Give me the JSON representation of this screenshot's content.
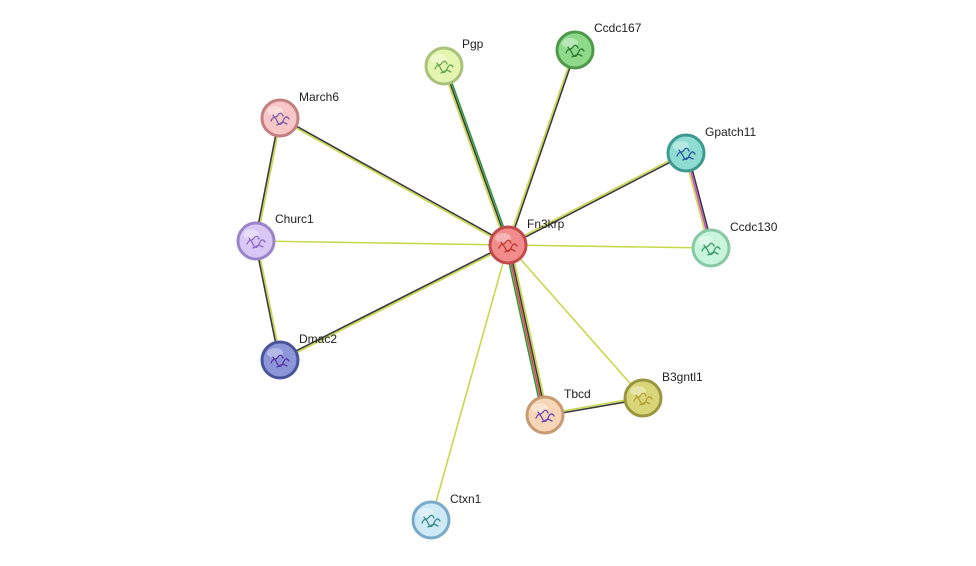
{
  "network": {
    "nodes": [
      {
        "id": "Fn3krp",
        "label": "Fn3krp",
        "fill": "#f28c8c",
        "stroke": "#c24a4a",
        "glyph": "#c0392b"
      },
      {
        "id": "Pgp",
        "label": "Pgp",
        "fill": "#e4f5b0",
        "stroke": "#a9c27a",
        "glyph": "#6aa84f"
      },
      {
        "id": "Ccdc167",
        "label": "Ccdc167",
        "fill": "#8fd98a",
        "stroke": "#4e9a4a",
        "glyph": "#2e7d32"
      },
      {
        "id": "March6",
        "label": "March6",
        "fill": "#f7c6c6",
        "stroke": "#c28080",
        "glyph": "#7b5ea7"
      },
      {
        "id": "Gpatch11",
        "label": "Gpatch11",
        "fill": "#8fdcd2",
        "stroke": "#3e9a90",
        "glyph": "#2c5aa0"
      },
      {
        "id": "Churc1",
        "label": "Churc1",
        "fill": "#d9c8f5",
        "stroke": "#9a84c9",
        "glyph": "#8e6cc9"
      },
      {
        "id": "Ccdc130",
        "label": "Ccdc130",
        "fill": "#c8f5dc",
        "stroke": "#86c9a4",
        "glyph": "#3a9a6a"
      },
      {
        "id": "Dmac2",
        "label": "Dmac2",
        "fill": "#8c96d9",
        "stroke": "#4a549a",
        "glyph": "#5a3aa0"
      },
      {
        "id": "B3gntl1",
        "label": "B3gntl1",
        "fill": "#d9d67a",
        "stroke": "#9a9640",
        "glyph": "#b8a030"
      },
      {
        "id": "Tbcd",
        "label": "Tbcd",
        "fill": "#f7d6b8",
        "stroke": "#c99a72",
        "glyph": "#6a4ab0"
      },
      {
        "id": "Ctxn1",
        "label": "Ctxn1",
        "fill": "#cfeaf7",
        "stroke": "#7aaac9",
        "glyph": "#3a8a8a"
      }
    ],
    "edges": [
      {
        "source": "Fn3krp",
        "target": "Pgp",
        "colors": [
          "#c8d84a",
          "#3a3a3a",
          "#2e9a3a"
        ]
      },
      {
        "source": "Fn3krp",
        "target": "Ccdc167",
        "colors": [
          "#c8d84a",
          "#3a3a3a"
        ]
      },
      {
        "source": "Fn3krp",
        "target": "March6",
        "colors": [
          "#c8d84a",
          "#3a3a3a"
        ]
      },
      {
        "source": "Fn3krp",
        "target": "Gpatch11",
        "colors": [
          "#c8d84a",
          "#3a3a3a"
        ]
      },
      {
        "source": "Fn3krp",
        "target": "Churc1",
        "colors": [
          "#c8d84a"
        ]
      },
      {
        "source": "Fn3krp",
        "target": "Ccdc130",
        "colors": [
          "#c8d84a"
        ]
      },
      {
        "source": "Fn3krp",
        "target": "Dmac2",
        "colors": [
          "#c8d84a",
          "#3a3a3a"
        ]
      },
      {
        "source": "Fn3krp",
        "target": "B3gntl1",
        "colors": [
          "#c8d84a"
        ]
      },
      {
        "source": "Fn3krp",
        "target": "Tbcd",
        "colors": [
          "#c8d84a",
          "#3a3a3a",
          "#d94a4a",
          "#2e9a3a"
        ]
      },
      {
        "source": "Fn3krp",
        "target": "Ctxn1",
        "colors": [
          "#c8d84a"
        ]
      },
      {
        "source": "March6",
        "target": "Churc1",
        "colors": [
          "#c8d84a",
          "#3a3a3a"
        ]
      },
      {
        "source": "Churc1",
        "target": "Dmac2",
        "colors": [
          "#c8d84a",
          "#3a3a3a"
        ]
      },
      {
        "source": "Gpatch11",
        "target": "Ccdc130",
        "colors": [
          "#3a3a3a",
          "#c84ac8",
          "#c8d84a"
        ]
      },
      {
        "source": "Tbcd",
        "target": "B3gntl1",
        "colors": [
          "#c8d84a",
          "#3a3a3a"
        ]
      }
    ]
  }
}
